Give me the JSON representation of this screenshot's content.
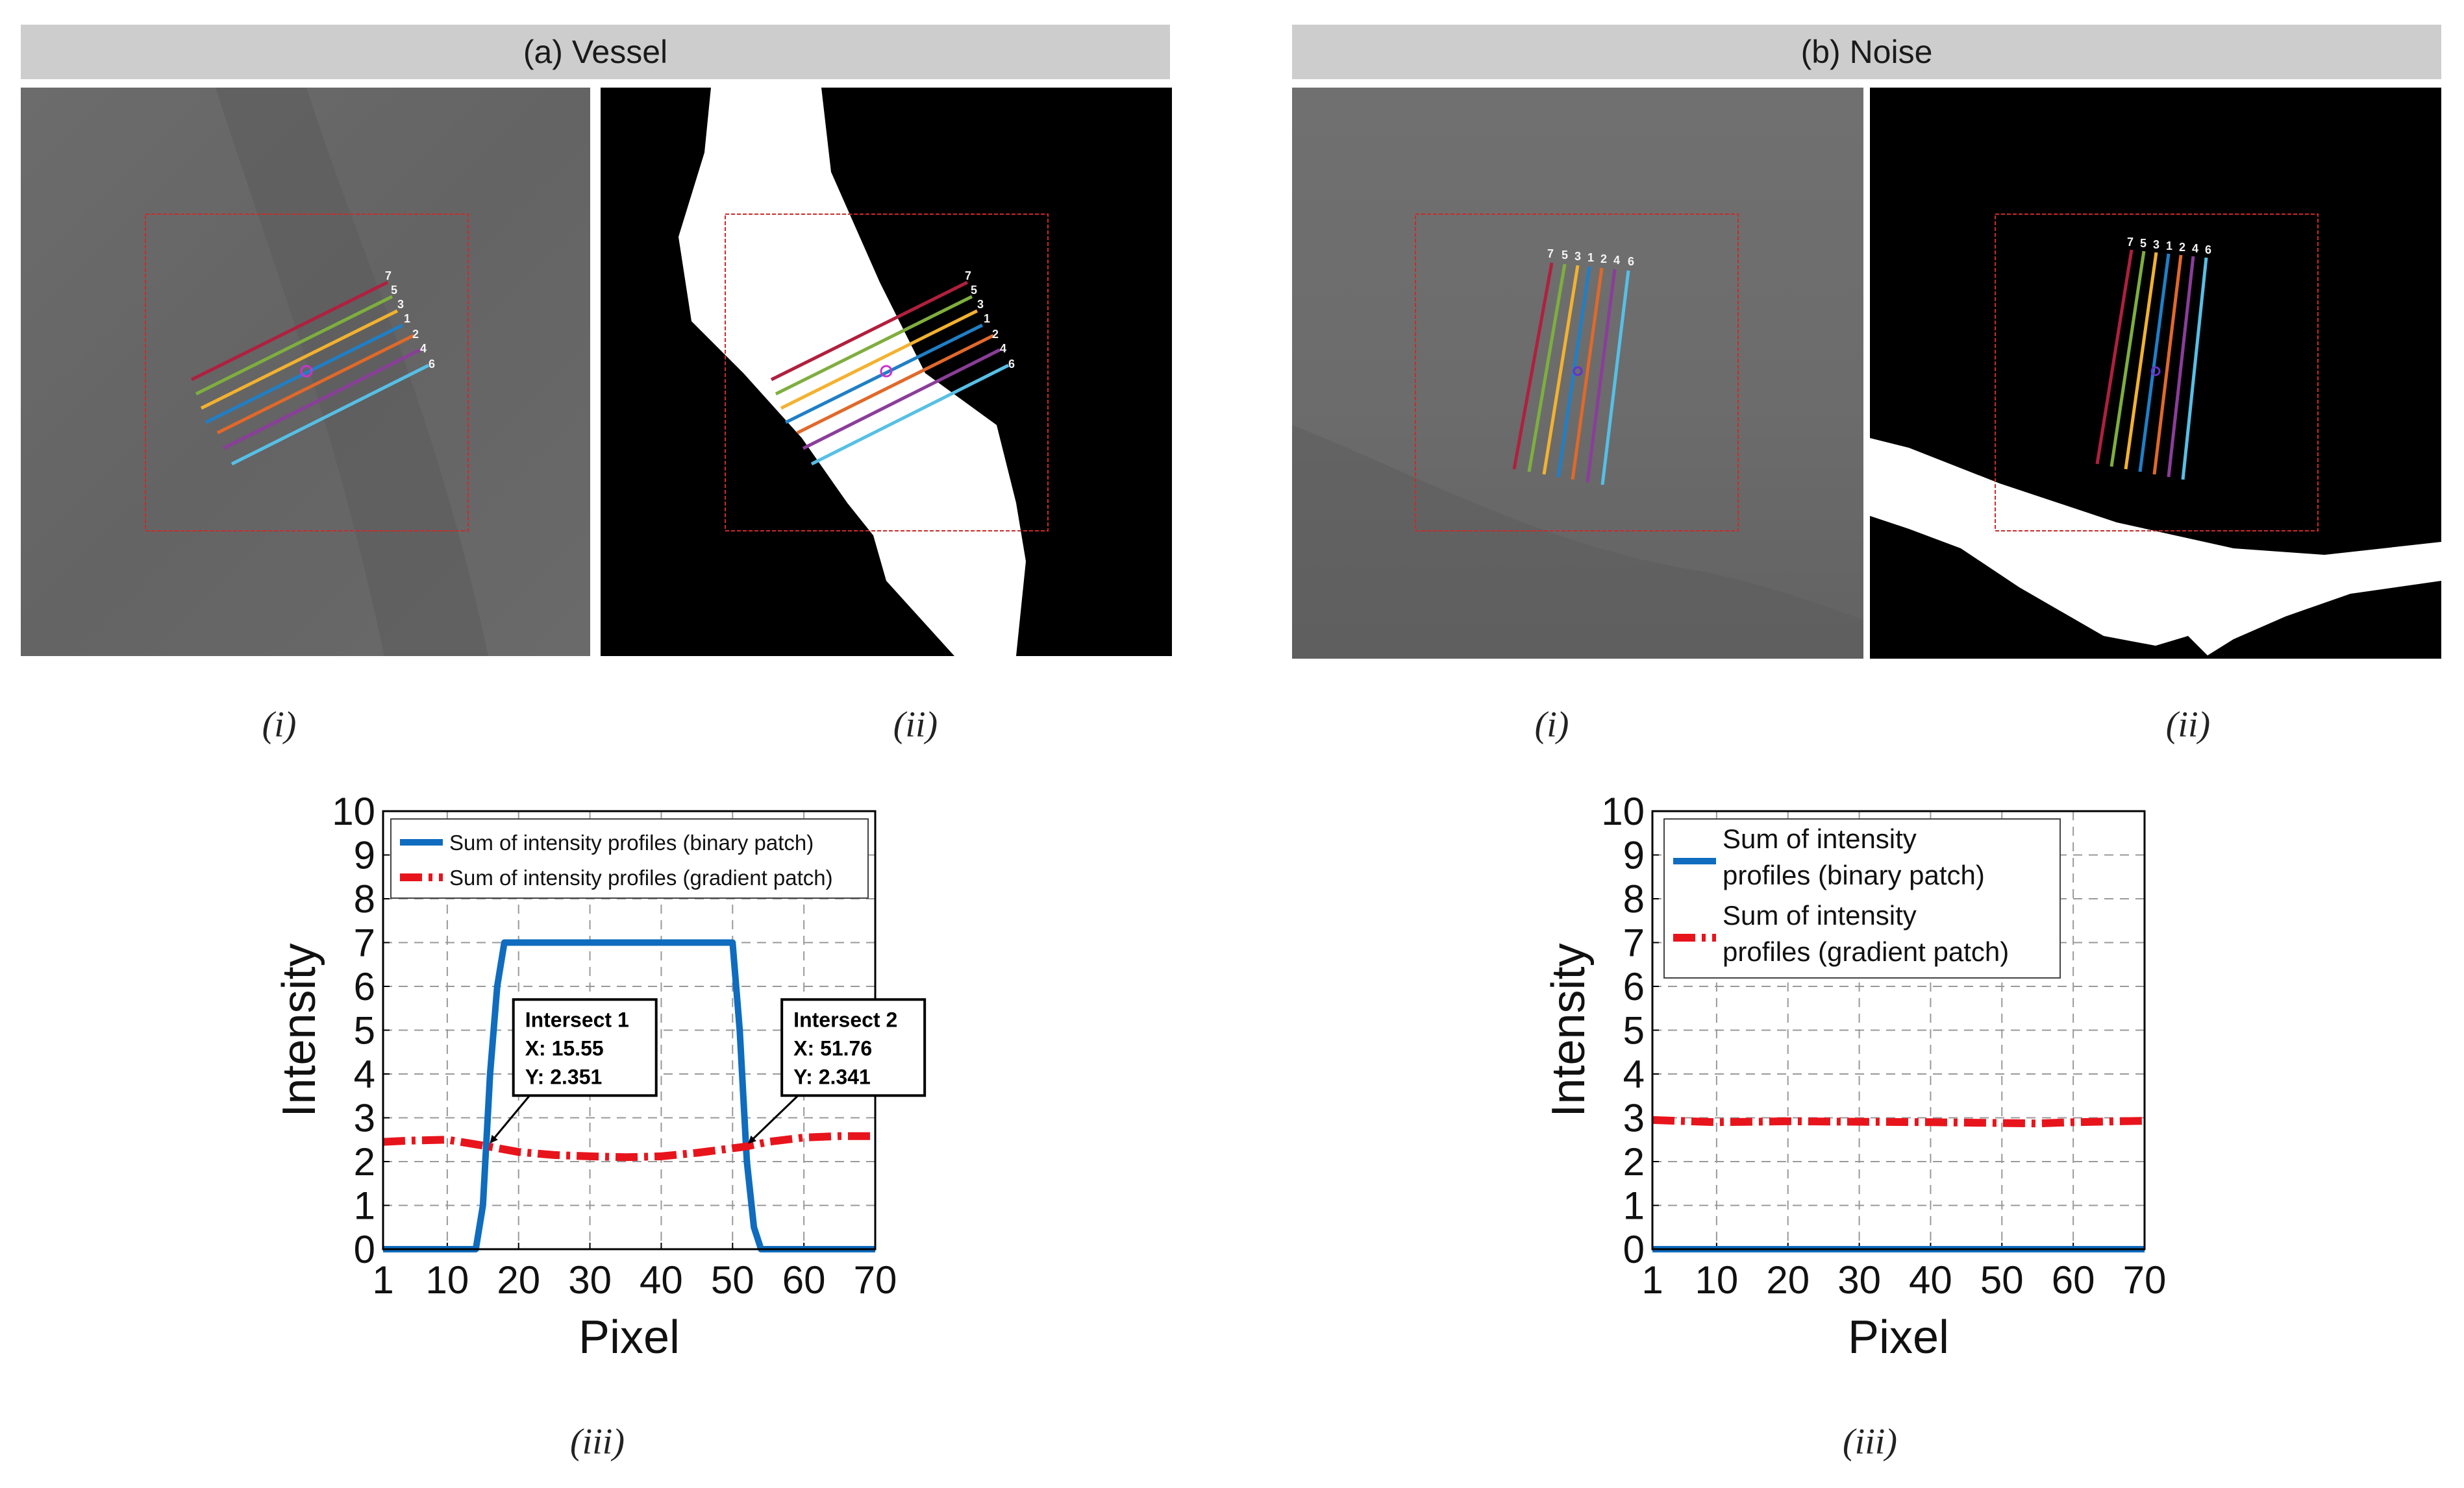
{
  "headers": {
    "vessel": "(a) Vessel",
    "noise": "(b) Noise"
  },
  "sublabels": {
    "i": "(i)",
    "ii": "(ii)",
    "iii": "(iii)"
  },
  "profile_labels": [
    "7",
    "5",
    "3",
    "1",
    "2",
    "4",
    "6"
  ],
  "colors": {
    "binary": "#0f6cbf",
    "gradient": "#e8141c",
    "roi": "#cc2a2a",
    "profile_lines": [
      "#b0203e",
      "#7fae3e",
      "#f2b230",
      "#1f7fc7",
      "#e0692a",
      "#8b3d9a",
      "#57bfe6"
    ]
  },
  "chart_data": [
    {
      "type": "line",
      "xlabel": "Pixel",
      "ylabel": "Intensity",
      "xlim": [
        1,
        70
      ],
      "ylim": [
        0,
        10
      ],
      "xticks": [
        1,
        10,
        20,
        30,
        40,
        50,
        60,
        70
      ],
      "yticks": [
        0,
        1,
        2,
        3,
        4,
        5,
        6,
        7,
        8,
        9,
        10
      ],
      "grid": true,
      "legend_position": "top",
      "series": [
        {
          "name": "Sum of intensity profiles (binary patch)",
          "x": [
            1,
            14,
            15,
            16,
            17,
            18,
            19,
            50,
            51,
            52,
            53,
            54,
            70
          ],
          "y": [
            0,
            0,
            1,
            4,
            6,
            7,
            7,
            7,
            5,
            2,
            0.5,
            0,
            0
          ]
        },
        {
          "name": "Sum of intensity profiles (gradient patch)",
          "x": [
            1,
            5,
            10,
            15.55,
            20,
            25,
            30,
            35,
            40,
            45,
            51.76,
            55,
            60,
            65,
            70
          ],
          "y": [
            2.45,
            2.48,
            2.5,
            2.351,
            2.22,
            2.15,
            2.12,
            2.1,
            2.12,
            2.2,
            2.341,
            2.45,
            2.55,
            2.58,
            2.58
          ]
        }
      ],
      "annotations": [
        {
          "title": "Intersect 1",
          "x_label": "X: 15.55",
          "y_label": "Y: 2.351",
          "x": 15.55,
          "y": 2.351
        },
        {
          "title": "Intersect 2",
          "x_label": "X: 51.76",
          "y_label": "Y: 2.341",
          "x": 51.76,
          "y": 2.341
        }
      ]
    },
    {
      "type": "line",
      "xlabel": "Pixel",
      "ylabel": "Intensity",
      "xlim": [
        1,
        70
      ],
      "ylim": [
        0,
        10
      ],
      "xticks": [
        1,
        10,
        20,
        30,
        40,
        50,
        60,
        70
      ],
      "yticks": [
        0,
        1,
        2,
        3,
        4,
        5,
        6,
        7,
        8,
        9,
        10
      ],
      "grid": true,
      "legend_position": "top",
      "series": [
        {
          "name": "Sum of intensity profiles (binary patch)",
          "name_lines": [
            "Sum of intensity",
            "profiles (binary patch)"
          ],
          "x": [
            1,
            70
          ],
          "y": [
            0,
            0
          ]
        },
        {
          "name": "Sum of intensity profiles (gradient patch)",
          "name_lines": [
            "Sum of intensity",
            "profiles (gradient patch)"
          ],
          "x": [
            1,
            10,
            20,
            30,
            40,
            50,
            55,
            60,
            70
          ],
          "y": [
            2.95,
            2.9,
            2.92,
            2.91,
            2.9,
            2.88,
            2.87,
            2.9,
            2.93
          ]
        }
      ]
    }
  ]
}
